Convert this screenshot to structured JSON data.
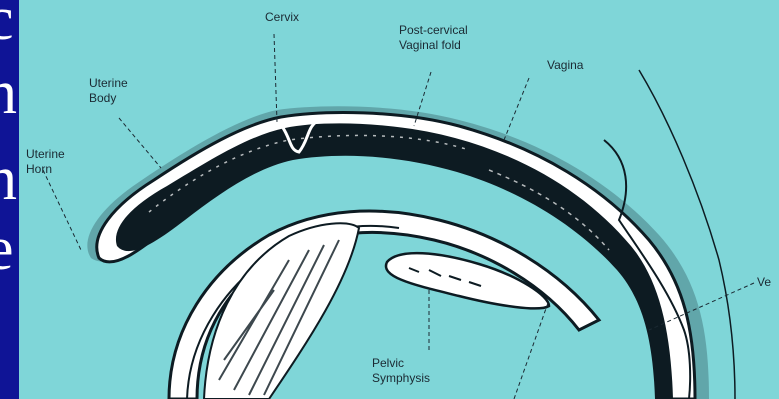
{
  "left_strip": {
    "glyphs": [
      "c",
      "n",
      "n",
      "e"
    ],
    "background": "#0f1496"
  },
  "diagram": {
    "background": "#7fd6d8",
    "labels": {
      "cervix": "Cervix",
      "post_cervical_line1": "Post-cervical",
      "post_cervical_line2": "Vaginal fold",
      "vagina": "Vagina",
      "uterine_body_line1": "Uterine",
      "uterine_body_line2": "Body",
      "uterine_horn_line1": "Uterine",
      "uterine_horn_line2": "Horn",
      "pelvic_symphysis_line1": "Pelvic",
      "pelvic_symphysis_line2": "Symphysis",
      "vestibule_partial": "Ve"
    }
  }
}
